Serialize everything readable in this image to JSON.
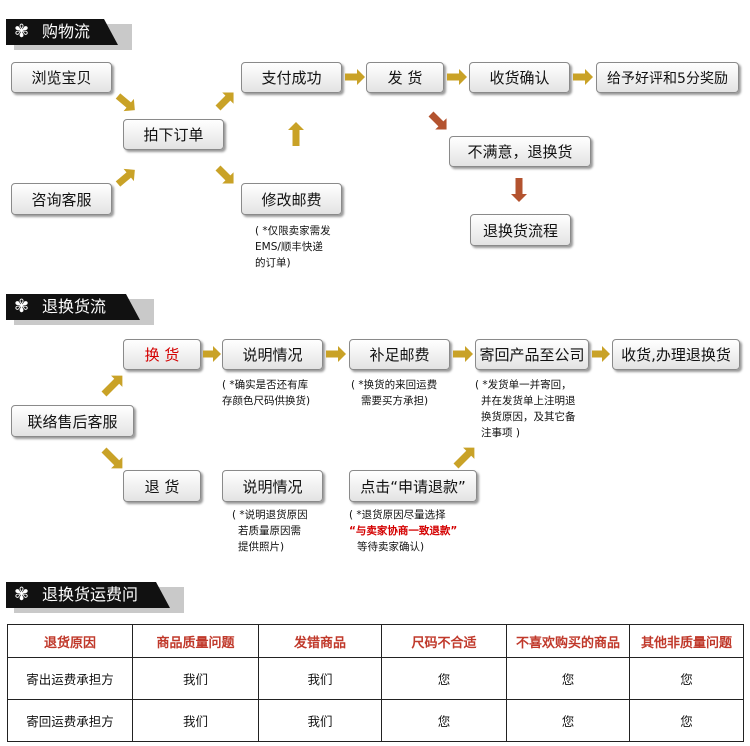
{
  "sections": {
    "shopping": "购物流程",
    "return": "退换货流程",
    "fee": "退换货运费问题"
  },
  "icons": {
    "flower": "flower-icon"
  },
  "colors": {
    "arrow": "#c9a227",
    "arrow_red": "#b3532f",
    "red": "#d40000",
    "header_red": "#c0392b"
  },
  "shopping_flow": {
    "browse": "浏览宝贝",
    "consult": "咨询客服",
    "order": "拍下订单",
    "modify": "修改邮费",
    "modify_note": [
      "( *仅限卖家需发",
      "EMS/顺丰快递",
      "的订单)"
    ],
    "pay": "支付成功",
    "ship": "发  货",
    "receive": "收货确认",
    "review": "给予好评和5分奖励",
    "unsatisfied": "不满意，退换货",
    "return_process": "退换货流程"
  },
  "return_flow": {
    "service": "联络售后客服",
    "exchange": "换  货",
    "refund": "退  货",
    "explain1": "说明情况",
    "explain1_note": [
      "( *确实是否还有库",
      "存颜色尺码供换货)"
    ],
    "explain2": "说明情况",
    "explain2_note": [
      "( *说明退货原因",
      "若质量原因需",
      "提供照片)"
    ],
    "postage": "补足邮费",
    "postage_note": [
      "( *换货的来回运费",
      "需要买方承担)"
    ],
    "apply": "点击“申请退款”",
    "apply_note": [
      "( *退货原因尽量选择",
      "“与卖家协商一致退款”",
      "等待卖家确认)"
    ],
    "send_back": "寄回产品至公司",
    "send_back_note": [
      "( *发货单一并寄回，",
      "并在发货单上注明退",
      "换货原因，及其它备",
      "注事项 )"
    ],
    "finish": "收货,办理退换货"
  },
  "fee_table": {
    "headers": [
      "退货原因",
      "商品质量问题",
      "发错商品",
      "尺码不合适",
      "不喜欢购买的商品",
      "其他非质量问题"
    ],
    "rows": [
      [
        "寄出运费承担方",
        "我们",
        "我们",
        "您",
        "您",
        "您"
      ],
      [
        "寄回运费承担方",
        "我们",
        "我们",
        "您",
        "您",
        "您"
      ]
    ]
  }
}
